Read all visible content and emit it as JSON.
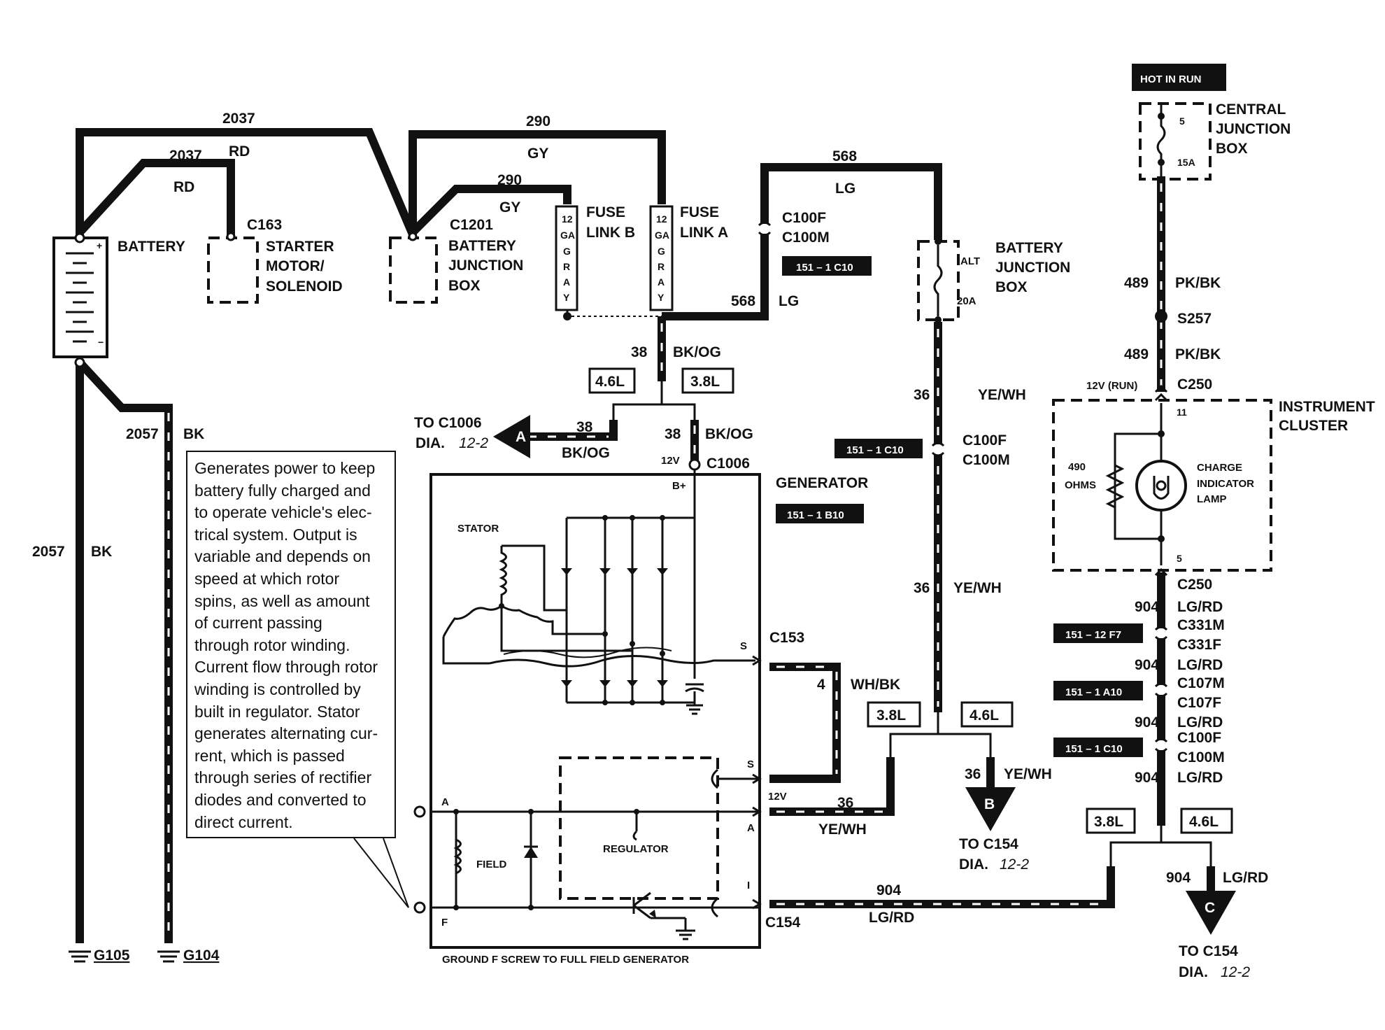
{
  "description": "Generates power to keep battery fully charged and to operate vehicle's electrical system. Output is variable and depends on speed at which rotor spins, as well as amount of current passing through rotor winding. Current flow through rotor winding is controlled by built in regulator. Stator generates alternating current, which is passed through series of rectifier diodes and converted to direct current.",
  "desc_lines": [
    "Generates power to keep",
    "battery fully charged and",
    "to operate vehicle's elec-",
    "trical system.  Output is",
    "variable and depends on",
    "speed at which rotor",
    "spins, as well as amount",
    "of current passing",
    "through rotor winding.",
    "Current flow through rotor",
    "winding is controlled by",
    "built in regulator.  Stator",
    "generates alternating cur-",
    "rent, which is passed",
    "through series of rectifier",
    "diodes and converted to",
    "direct current."
  ],
  "components": {
    "battery": "BATTERY",
    "starter": [
      "C163",
      "STARTER",
      "MOTOR/",
      "SOLENOID"
    ],
    "bjb_left": [
      "C1201",
      "BATTERY",
      "JUNCTION",
      "BOX"
    ],
    "fuse_link_b": [
      "FUSE",
      "LINK B"
    ],
    "fuse_link_a": [
      "FUSE",
      "LINK A"
    ],
    "fuse_text": [
      "12",
      "GA",
      "G",
      "R",
      "A",
      "Y"
    ],
    "c100f_top": [
      "C100F",
      "C100M"
    ],
    "bjb_right": [
      "BATTERY",
      "JUNCTION",
      "BOX"
    ],
    "alt_fuse": [
      "ALT",
      "20A"
    ],
    "hot_in_run": "HOT IN RUN",
    "cjb": [
      "CENTRAL",
      "JUNCTION",
      "BOX"
    ],
    "cjb_fuse": [
      "5",
      "15A"
    ],
    "s257": "S257",
    "c250_top": "C250",
    "run_12v": "12V (RUN)",
    "instrument_cluster": [
      "INSTRUMENT",
      "CLUSTER"
    ],
    "cluster_pins": [
      "11",
      "5"
    ],
    "resistor": [
      "490",
      "OHMS"
    ],
    "lamp": [
      "CHARGE",
      "INDICATOR",
      "LAMP"
    ],
    "generator": "GENERATOR",
    "c1006": "C1006",
    "c1006_12v": "12V",
    "b_plus": "B+",
    "stator": "STATOR",
    "regulator": "REGULATOR",
    "field": "FIELD",
    "pins": [
      "S",
      "S",
      "A",
      "I",
      "A",
      "F"
    ],
    "c153": "C153",
    "c154": "C154",
    "gen_12v": "12V",
    "ground_note": "GROUND F SCREW TO FULL FIELD GENERATOR",
    "grounds": [
      "G105",
      "G104"
    ]
  },
  "wires": {
    "w2037": [
      "2037",
      "RD"
    ],
    "w290": [
      "290",
      "GY"
    ],
    "w568": [
      "568",
      "LG"
    ],
    "w38": [
      "38",
      "BK/OG"
    ],
    "w2057": [
      "2057",
      "BK"
    ],
    "w36": [
      "36",
      "YE/WH"
    ],
    "w4": [
      "4",
      "WH/BK"
    ],
    "w904": [
      "904",
      "LG/RD"
    ],
    "w489": [
      "489",
      "PK/BK"
    ]
  },
  "engine_boxes": [
    "4.6L",
    "3.8L"
  ],
  "refs": [
    "151 – 1 C10",
    "151 – 1 B10",
    "151 – 12 F7",
    "151 – 1 A10",
    "151 – 1 C10",
    "151 – 1 C10"
  ],
  "right_connectors": [
    "C250",
    "C331M",
    "C331F",
    "C107M",
    "C107F",
    "C100F",
    "C100M"
  ],
  "offpage": {
    "A": {
      "letter": "A",
      "to": "TO C1006",
      "dia": "DIA.",
      "num": "12-2"
    },
    "B": {
      "letter": "B",
      "to": "TO C154",
      "dia": "DIA.",
      "num": "12-2"
    },
    "C": {
      "letter": "C",
      "to": "TO C154",
      "dia": "DIA.",
      "num": "12-2"
    }
  }
}
